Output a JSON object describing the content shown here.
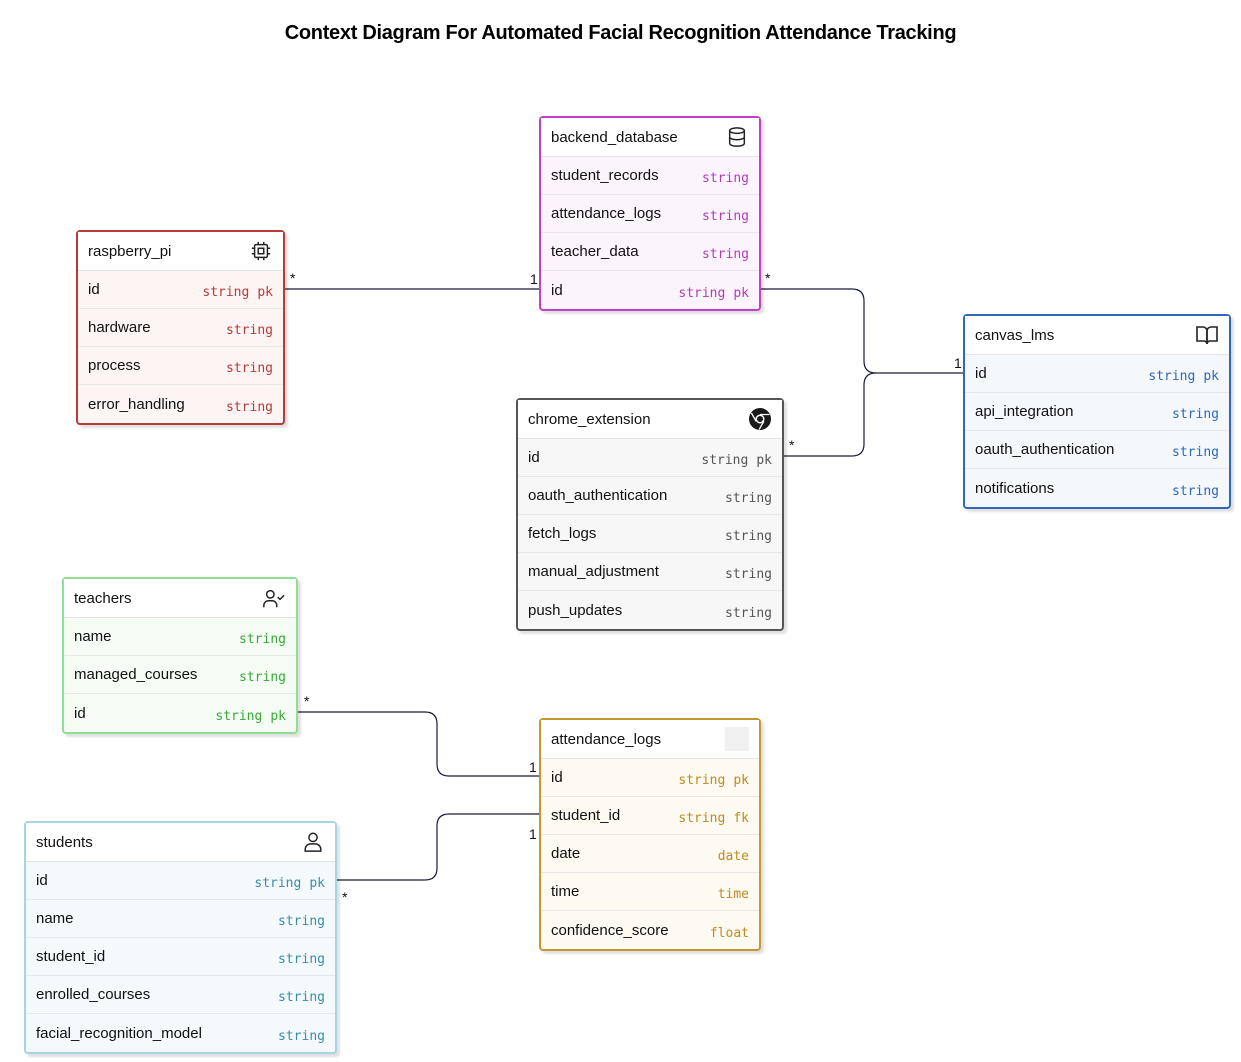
{
  "title": "Context Diagram For Automated Facial Recognition Attendance Tracking",
  "colors": {
    "raspberry_pi": "#b83a3a",
    "backend_database": "#c040c8",
    "canvas_lms": "#2f68b8",
    "chrome_extension": "#555555",
    "teachers": "#8ee08e",
    "attendance_logs": "#c8962e",
    "students": "#a6d4e4",
    "edge": "#1a1a3a"
  },
  "entities": {
    "raspberry_pi": {
      "name": "raspberry_pi",
      "icon": "chip-icon",
      "fields": [
        {
          "name": "id",
          "type": "string",
          "key": "pk"
        },
        {
          "name": "hardware",
          "type": "string",
          "key": ""
        },
        {
          "name": "process",
          "type": "string",
          "key": ""
        },
        {
          "name": "error_handling",
          "type": "string",
          "key": ""
        }
      ]
    },
    "backend_database": {
      "name": "backend_database",
      "icon": "database-icon",
      "fields": [
        {
          "name": "student_records",
          "type": "string",
          "key": ""
        },
        {
          "name": "attendance_logs",
          "type": "string",
          "key": ""
        },
        {
          "name": "teacher_data",
          "type": "string",
          "key": ""
        },
        {
          "name": "id",
          "type": "string",
          "key": "pk"
        }
      ]
    },
    "canvas_lms": {
      "name": "canvas_lms",
      "icon": "book-icon",
      "fields": [
        {
          "name": "id",
          "type": "string",
          "key": "pk"
        },
        {
          "name": "api_integration",
          "type": "string",
          "key": ""
        },
        {
          "name": "oauth_authentication",
          "type": "string",
          "key": ""
        },
        {
          "name": "notifications",
          "type": "string",
          "key": ""
        }
      ]
    },
    "chrome_extension": {
      "name": "chrome_extension",
      "icon": "chrome-icon",
      "fields": [
        {
          "name": "id",
          "type": "string",
          "key": "pk"
        },
        {
          "name": "oauth_authentication",
          "type": "string",
          "key": ""
        },
        {
          "name": "fetch_logs",
          "type": "string",
          "key": ""
        },
        {
          "name": "manual_adjustment",
          "type": "string",
          "key": ""
        },
        {
          "name": "push_updates",
          "type": "string",
          "key": ""
        }
      ]
    },
    "teachers": {
      "name": "teachers",
      "icon": "user-check-icon",
      "fields": [
        {
          "name": "name",
          "type": "string",
          "key": ""
        },
        {
          "name": "managed_courses",
          "type": "string",
          "key": ""
        },
        {
          "name": "id",
          "type": "string",
          "key": "pk"
        }
      ]
    },
    "attendance_logs": {
      "name": "attendance_logs",
      "icon": "blank-icon",
      "fields": [
        {
          "name": "id",
          "type": "string",
          "key": "pk"
        },
        {
          "name": "student_id",
          "type": "string",
          "key": "fk"
        },
        {
          "name": "date",
          "type": "date",
          "key": ""
        },
        {
          "name": "time",
          "type": "time",
          "key": ""
        },
        {
          "name": "confidence_score",
          "type": "float",
          "key": ""
        }
      ]
    },
    "students": {
      "name": "students",
      "icon": "user-icon",
      "fields": [
        {
          "name": "id",
          "type": "string",
          "key": "pk"
        },
        {
          "name": "name",
          "type": "string",
          "key": ""
        },
        {
          "name": "student_id",
          "type": "string",
          "key": ""
        },
        {
          "name": "enrolled_courses",
          "type": "string",
          "key": ""
        },
        {
          "name": "facial_recognition_model",
          "type": "string",
          "key": ""
        }
      ]
    }
  },
  "relations": [
    {
      "from": "raspberry_pi.id",
      "to": "backend_database.id",
      "from_card": "*",
      "to_card": "1"
    },
    {
      "from": "backend_database.id",
      "to": "canvas_lms.id",
      "from_card": "*",
      "to_card": "1"
    },
    {
      "from": "chrome_extension.id",
      "to": "canvas_lms.id",
      "from_card": "*",
      "to_card": "1"
    },
    {
      "from": "teachers.id",
      "to": "attendance_logs.id",
      "from_card": "*",
      "to_card": "1"
    },
    {
      "from": "students.id",
      "to": "attendance_logs.student_id",
      "from_card": "*",
      "to_card": "1"
    }
  ]
}
